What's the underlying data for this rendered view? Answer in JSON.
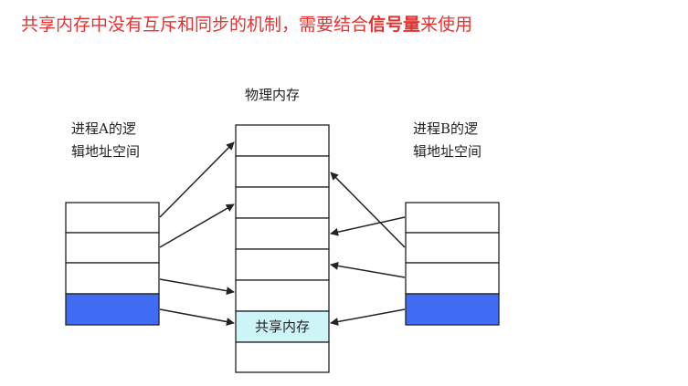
{
  "heading": {
    "part1": "共享内存中没有互斥和同步的机制，需要结合",
    "bold": "信号量",
    "part2": "来使用"
  },
  "labels": {
    "physical_memory": "物理内存",
    "process_a_line1": "进程A的逻",
    "process_a_line2": "辑地址空间",
    "process_b_line1": "进程B的逻",
    "process_b_line2": "辑地址空间",
    "shared_memory": "共享内存"
  },
  "colors": {
    "heading": "#e8312f",
    "shared_page": "#3f6cf2",
    "shared_memory_cell": "#cdf5f8",
    "lines": "#222222"
  }
}
